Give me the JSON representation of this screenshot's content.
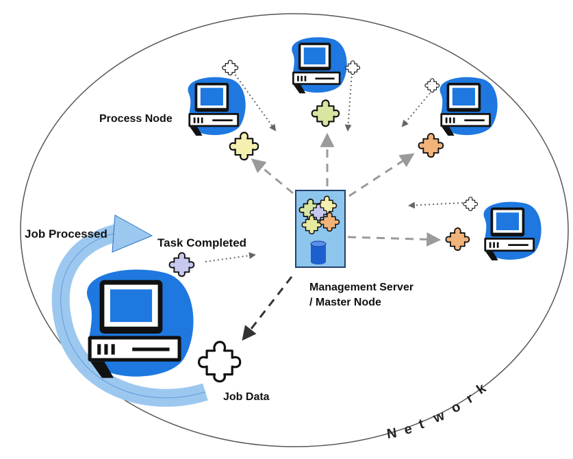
{
  "labels": {
    "process_node": "Process Node",
    "job_processed": "Job Processed",
    "task_completed": "Task Completed",
    "mgmt_line1": "Management Server",
    "mgmt_line2": "/ Master Node",
    "job_data": "Job Data"
  },
  "network_letters": [
    "N",
    "e",
    "t",
    "w",
    "o",
    "r",
    "k"
  ],
  "colors": {
    "computer_blue": "#1e78e0",
    "computer_dark": "#111111",
    "server_fill": "#8ec5ec",
    "db_blue": "#1e5fd0",
    "arrow_gray": "#9a9a9a",
    "arc_blue": "#9cc8f0",
    "puzzle_green": "#d8e6a2",
    "puzzle_yellow": "#f6f0b0",
    "puzzle_orange": "#f2b37a",
    "puzzle_lavender": "#c6c8ee",
    "puzzle_white": "#ffffff"
  }
}
